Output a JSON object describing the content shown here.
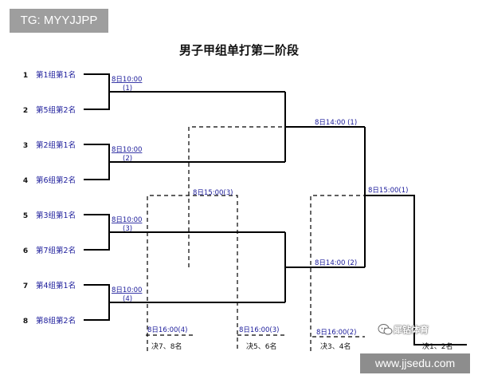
{
  "header": {
    "tag": "TG: MYYJJPP"
  },
  "title": "男子甲组单打第二阶段",
  "entrants": [
    {
      "seed": "1",
      "name": "第1组第1名"
    },
    {
      "seed": "2",
      "name": "第5组第2名"
    },
    {
      "seed": "3",
      "name": "第2组第1名"
    },
    {
      "seed": "4",
      "name": "第6组第2名"
    },
    {
      "seed": "5",
      "name": "第3组第1名"
    },
    {
      "seed": "6",
      "name": "第7组第2名"
    },
    {
      "seed": "7",
      "name": "第4组第1名"
    },
    {
      "seed": "8",
      "name": "第8组第2名"
    }
  ],
  "round1": [
    {
      "time": "8日10:00",
      "num": "(1)"
    },
    {
      "time": "8日10:00",
      "num": "(2)"
    },
    {
      "time": "8日10:00",
      "num": "(3)"
    },
    {
      "time": "8日10:00",
      "num": "(4)"
    }
  ],
  "semifinals": [
    {
      "label": "8日14:00 (1)"
    },
    {
      "label": "8日14:00 (2)"
    }
  ],
  "final": {
    "label": "8日15:00(1)"
  },
  "consolation": [
    {
      "label": "8日15:00(3)"
    }
  ],
  "placements": [
    {
      "time": "8日16:00(4)",
      "result": "决7、8名"
    },
    {
      "time": "8日16:00(3)",
      "result": "决5、6名"
    },
    {
      "time": "8日16:00(2)",
      "result": "决3、4名"
    },
    {
      "time": "",
      "result": "决1、2名"
    }
  ],
  "watermark": {
    "brand": "犀钻体育",
    "url": "www.jjsedu.com"
  },
  "colors": {
    "label_blue": "#1a1a9a",
    "line": "#000000"
  }
}
